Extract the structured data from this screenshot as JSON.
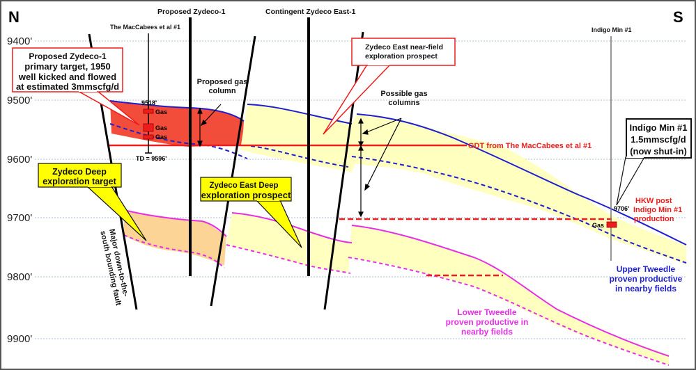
{
  "orientation": {
    "north": "N",
    "south": "S"
  },
  "depth_axis": {
    "labels": [
      "9400'",
      "9500'",
      "9600'",
      "9700'",
      "9800'",
      "9900'"
    ],
    "values": [
      9400,
      9500,
      9600,
      9700,
      9800,
      9900
    ]
  },
  "wells": {
    "maccabees": {
      "name": "The MacCabees et al #1",
      "top_depth": "9518'",
      "td": "TD = 9596'",
      "gas_labels": [
        "Gas",
        "Gas",
        "Gas"
      ]
    },
    "zydeco1": {
      "name": "Proposed Zydeco-1"
    },
    "zydeco_east1": {
      "name": "Contingent Zydeco  East-1"
    },
    "indigo": {
      "name": "Indigo Min #1",
      "depth": "9706'",
      "gas_label": "Gas"
    }
  },
  "callouts": {
    "zydeco1_target": [
      "Proposed Zydeco-1",
      "primary target, 1950",
      "well kicked and flowed",
      "at estimated 3mmscfg/d"
    ],
    "zydeco_east_nearfield": [
      "Zydeco  East near-field",
      "exploration  prospect"
    ],
    "zydeco_deep": [
      "Zydeco  Deep",
      "exploration target"
    ],
    "zydeco_east_deep": [
      "Zydeco  East Deep",
      "exploration prospect"
    ],
    "indigo_min": [
      "Indigo Min #1",
      "1.5mmscfg/d",
      "(now shut-in)"
    ]
  },
  "annotations": {
    "proposed_gas_column": [
      "Proposed gas",
      "column"
    ],
    "possible_gas_columns": [
      "Possible gas",
      "columns"
    ],
    "gdt": "GDT from The MacCabees et al #1",
    "hkw": [
      "HKW post",
      "Indigo Min #1",
      "production"
    ],
    "fault": [
      "Major down-to-the-",
      "south bounding fault"
    ],
    "upper_tweedle": [
      "Upper Tweedle",
      "proven productive",
      "in nearby fields"
    ],
    "lower_tweedle": [
      "Lower Tweedle",
      "proven productive in",
      "nearby fields"
    ]
  },
  "colors": {
    "upper_tweedle": "#1f1fcf",
    "lower_tweedle": "#e62ee6",
    "gas_fill": "#f24c3a",
    "prospect_fill": "#ffffc0",
    "deep_fill": "#fcd596",
    "callout_yellow": "#ffff00",
    "red": "#ee1c1c",
    "grid": "#9fb4d4"
  }
}
